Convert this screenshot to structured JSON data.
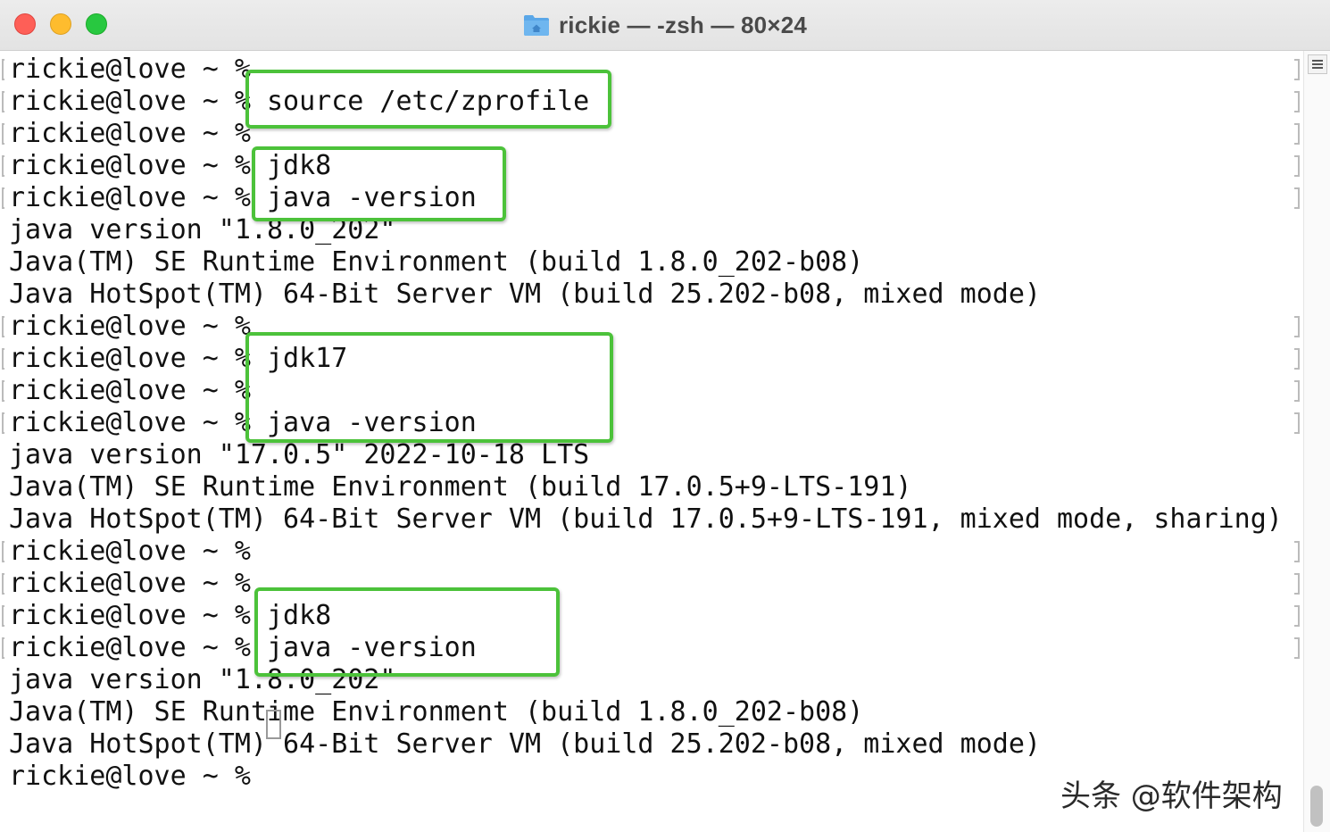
{
  "window": {
    "title": "rickie — -zsh — 80×24",
    "title_icon": "folder-home-icon"
  },
  "terminal": {
    "lines": [
      "rickie@love ~ %",
      "rickie@love ~ % source /etc/zprofile",
      "rickie@love ~ %",
      "rickie@love ~ % jdk8",
      "rickie@love ~ % java -version",
      "java version \"1.8.0_202\"",
      "Java(TM) SE Runtime Environment (build 1.8.0_202-b08)",
      "Java HotSpot(TM) 64-Bit Server VM (build 25.202-b08, mixed mode)",
      "rickie@love ~ %",
      "rickie@love ~ % jdk17",
      "rickie@love ~ %",
      "rickie@love ~ % java -version",
      "java version \"17.0.5\" 2022-10-18 LTS",
      "Java(TM) SE Runtime Environment (build 17.0.5+9-LTS-191)",
      "Java HotSpot(TM) 64-Bit Server VM (build 17.0.5+9-LTS-191, mixed mode, sharing)",
      "rickie@love ~ %",
      "rickie@love ~ %",
      "rickie@love ~ % jdk8",
      "rickie@love ~ % java -version",
      "java version \"1.8.0_202\"",
      "Java(TM) SE Runtime Environment (build 1.8.0_202-b08)",
      "Java HotSpot(TM) 64-Bit Server VM (build 25.202-b08, mixed mode)",
      "rickie@love ~ % "
    ],
    "highlight_color": "#4cc23a"
  },
  "watermark": "头条 @软件架构",
  "colors": {
    "close": "#fe5f57",
    "minimize": "#febc2e",
    "zoom": "#28c840",
    "text": "#111111"
  }
}
